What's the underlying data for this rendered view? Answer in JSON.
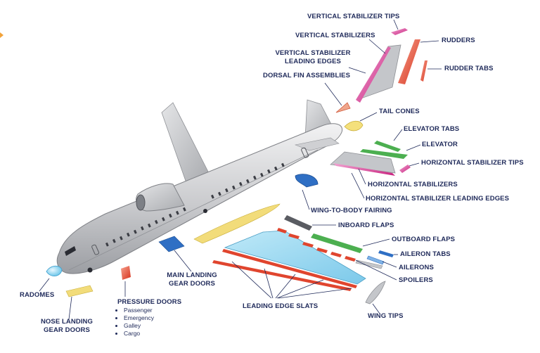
{
  "labels": {
    "vertical_stabilizer_tips": "VERTICAL STABILIZER TIPS",
    "vertical_stabilizers": "VERTICAL STABILIZERS",
    "vs_leading_edges_1": "VERTICAL STABILIZER",
    "vs_leading_edges_2": "LEADING EDGES",
    "dorsal_fin": "DORSAL FIN ASSEMBLIES",
    "rudders": "RUDDERS",
    "rudder_tabs": "RUDDER TABS",
    "tail_cones": "TAIL CONES",
    "elevator_tabs": "ELEVATOR TABS",
    "elevator": "ELEVATOR",
    "hs_tips": "HORIZONTAL STABILIZER TIPS",
    "hs": "HORIZONTAL STABILIZERS",
    "hs_leading_edges": "HORIZONTAL STABILIZER LEADING EDGES",
    "wing_body_fairing": "WING-TO-BODY FAIRING",
    "inboard_flaps": "INBOARD FLAPS",
    "outboard_flaps": "OUTBOARD FLAPS",
    "aileron_tabs": "AILERON TABS",
    "ailerons": "AILERONS",
    "spoilers": "SPOILERS",
    "leading_edge_slats": "LEADING EDGE SLATS",
    "wing_tips": "WING TIPS",
    "main_landing_gear_1": "MAIN LANDING",
    "main_landing_gear_2": "GEAR DOORS",
    "radomes": "RADOMES",
    "nose_landing_gear_1": "NOSE LANDING",
    "nose_landing_gear_2": "GEAR DOORS",
    "pressure_doors": "PRESSURE DOORS"
  },
  "pressure_door_types": [
    "Passenger",
    "Emergency",
    "Galley",
    "Cargo"
  ],
  "colors": {
    "label_text": "#1f2a5a",
    "leader_line": "#1f2a5a",
    "fuselage": "#d9dadc",
    "red_parts": "#e0452e",
    "pink_parts": "#d9308f",
    "green_parts": "#43a64a",
    "blue_parts": "#2f6fc4",
    "yellow_parts": "#f2dc7a",
    "light_blue_parts": "#7fd0ec"
  }
}
